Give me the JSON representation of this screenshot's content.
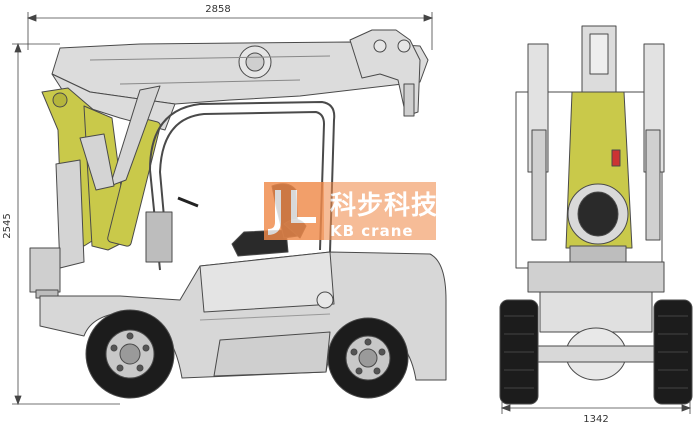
{
  "drawing": {
    "dimensions": {
      "overall_length": "2858",
      "overall_height": "2545",
      "overall_width": "1342"
    },
    "watermark": {
      "chinese": "科步科技",
      "english": "KB crane"
    },
    "colors": {
      "boom": "#dcdcdc",
      "outline": "#4a4a4a",
      "hydraulic_cylinder": "#c9c94a",
      "chassis": "#d7d7d7",
      "tire": "#1c1c1c",
      "rim": "#c8c8c8",
      "watermark": "#f08a4a"
    }
  }
}
